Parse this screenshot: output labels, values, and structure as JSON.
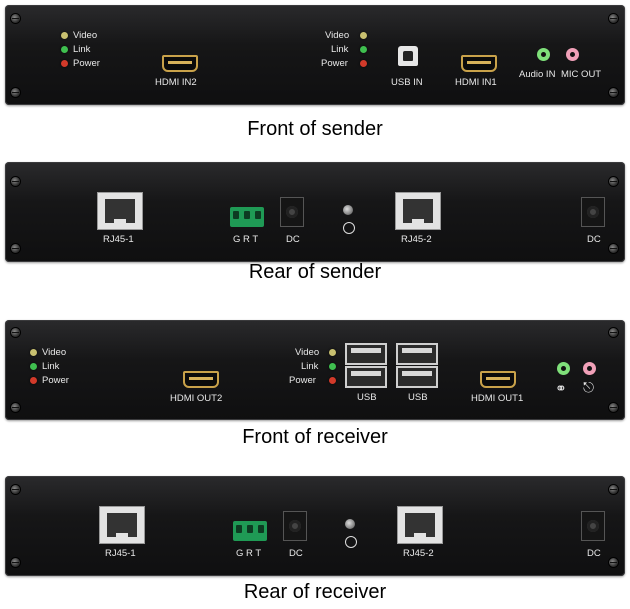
{
  "captions": {
    "front_sender": "Front of sender",
    "rear_sender": "Rear of sender",
    "front_receiver": "Front of receiver",
    "rear_receiver": "Rear of receiver"
  },
  "labels": {
    "video": "Video",
    "link": "Link",
    "power": "Power",
    "hdmi_in2": "HDMI IN2",
    "usb_in": "USB IN",
    "hdmi_in1": "HDMI IN1",
    "audio_in": "Audio IN",
    "mic_out": "MIC OUT",
    "rj45_1": "RJ45-1",
    "rj45_2": "RJ45-2",
    "grt": "G R T",
    "dc": "DC",
    "hdmi_out2": "HDMI OUT2",
    "hdmi_out1": "HDMI OUT1",
    "usb": "USB"
  },
  "colors": {
    "led_video": "#c8c070",
    "led_link": "#3fbf4f",
    "led_power": "#d23a2a",
    "jack_green": "#7fe07a",
    "jack_pink": "#f0a0b8"
  },
  "icons": {
    "headphone": "headphone-icon",
    "microphone": "microphone-icon",
    "ground": "ground-icon"
  }
}
